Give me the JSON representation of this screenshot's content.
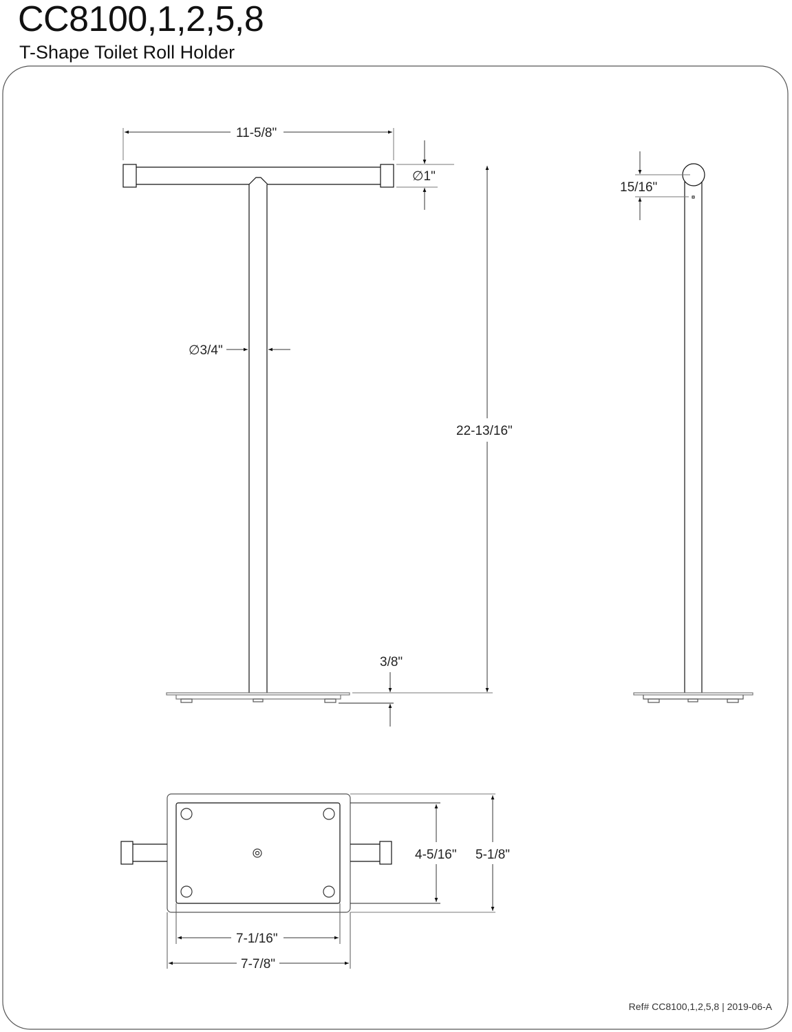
{
  "header": {
    "model": "CC8100,1,2,5,8",
    "product_name": "T-Shape Toilet Roll Holder"
  },
  "front_view": {
    "width_label": "11-5/8\"",
    "arm_diameter_label": "∅1\"",
    "post_diameter_label": "∅3/4\"",
    "height_label": "22-13/16\"",
    "base_thickness_label": "3/8\""
  },
  "side_view": {
    "offset_label": "15/16\""
  },
  "top_view": {
    "inner_depth_label": "4-5/16\"",
    "outer_depth_label": "5-1/8\"",
    "inner_width_label": "7-1/16\"",
    "outer_width_label": "7-7/8\""
  },
  "footer": {
    "reference": "Ref# CC8100,1,2,5,8 | 2019-06-A"
  },
  "colors": {
    "line": "#111111",
    "frame": "#555555",
    "dim_line": "#777777"
  }
}
